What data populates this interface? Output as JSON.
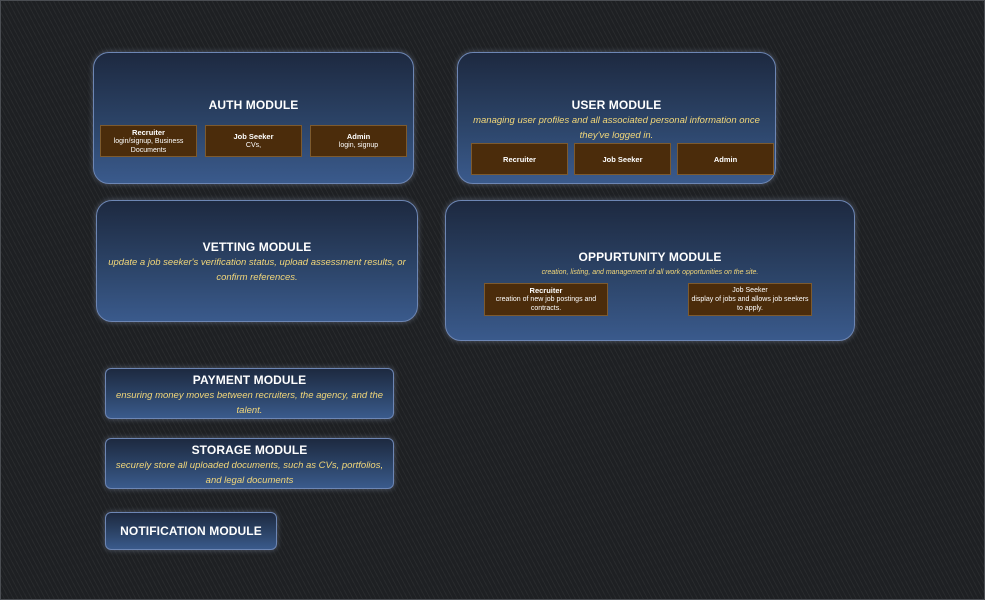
{
  "auth": {
    "title": "AUTH MODULE",
    "boxes": [
      {
        "title": "Recruiter",
        "desc": "login/signup, Business Documents"
      },
      {
        "title": "Job Seeker",
        "desc": "CVs,"
      },
      {
        "title": "Admin",
        "desc": "login, signup"
      }
    ]
  },
  "user": {
    "title": "USER MODULE",
    "desc": "managing user profiles and all associated personal information once they've logged in.",
    "boxes": [
      {
        "title": "Recruiter"
      },
      {
        "title": "Job Seeker"
      },
      {
        "title": "Admin"
      }
    ]
  },
  "vetting": {
    "title": "VETTING MODULE",
    "desc": "update a job seeker's verification status, upload assessment results, or confirm references."
  },
  "opportunity": {
    "title": "OPPURTUNITY MODULE",
    "desc": "creation, listing, and management of all work opportunities on the site.",
    "boxes": [
      {
        "title": "Recruiter",
        "desc": "creation of new job postings and contracts."
      },
      {
        "title": "Job Seeker",
        "desc": "display of jobs and allows job seekers to apply."
      }
    ]
  },
  "payment": {
    "title": "PAYMENT MODULE",
    "desc": "ensuring money moves between recruiters, the agency, and the talent."
  },
  "storage": {
    "title": "STORAGE MODULE",
    "desc": "securely store all uploaded documents, such as CVs, portfolios, and legal documents"
  },
  "notification": {
    "title": "NOTIFICATION MODULE"
  },
  "colors": {
    "module_bg_top": "#1d2940",
    "module_bg_bottom": "#3a5a8c",
    "module_border": "#6d86b4",
    "sub_box_bg": "#4b2c0b",
    "description_text": "#f2d77a",
    "background": "#1e2023"
  }
}
